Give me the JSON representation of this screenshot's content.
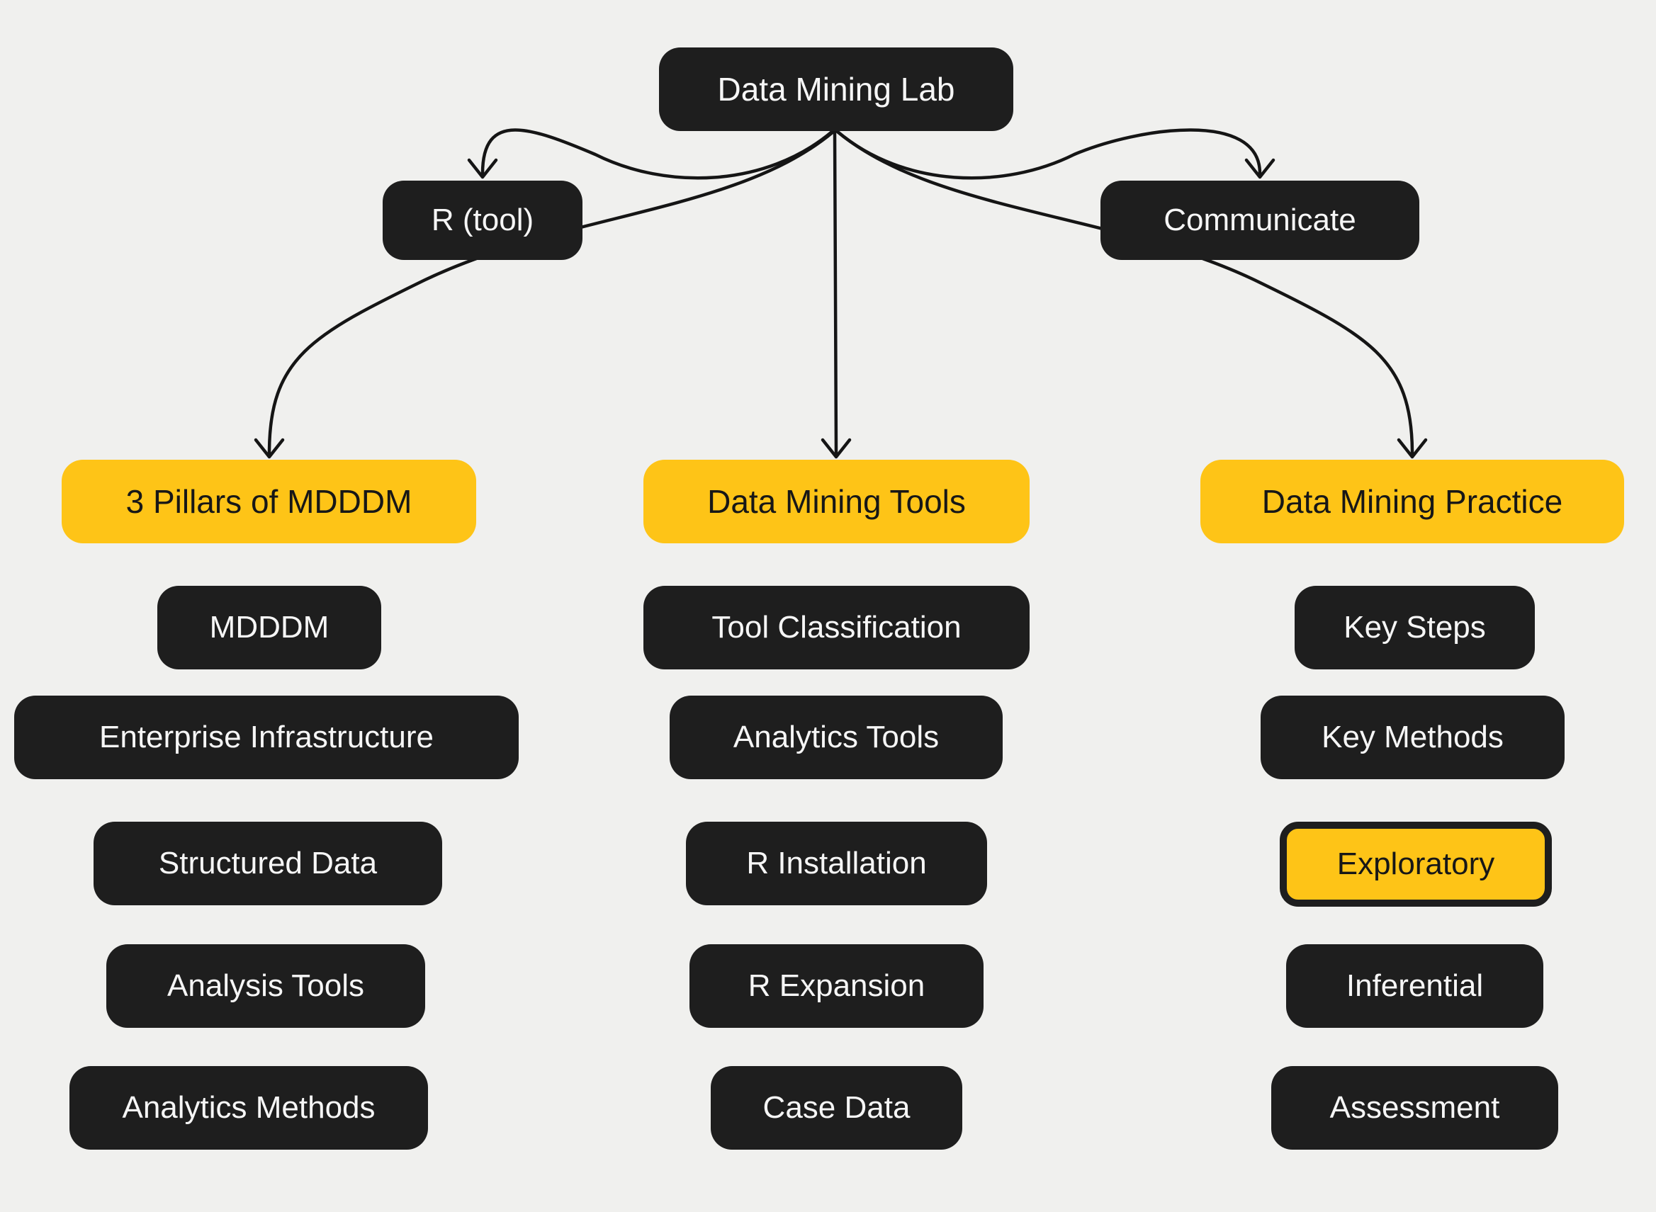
{
  "diagram": {
    "background_color": "#f0f0ee",
    "node_dark_color": "#1e1e1e",
    "node_yellow_color": "#fec417",
    "arrow_color": "#151515",
    "root": {
      "label": "Data Mining Lab"
    },
    "side_nodes": [
      {
        "label": "R (tool)"
      },
      {
        "label": "Communicate"
      }
    ],
    "branches": [
      {
        "label": "3 Pillars of MDDDM",
        "children": [
          "MDDDM",
          "Enterprise Infrastructure",
          "Structured Data",
          "Analysis Tools",
          "Analytics Methods"
        ]
      },
      {
        "label": "Data Mining Tools",
        "children": [
          "Tool Classification",
          "Analytics Tools",
          "R Installation",
          "R Expansion",
          "Case Data"
        ]
      },
      {
        "label": "Data Mining Practice",
        "children": [
          "Key Steps",
          "Key Methods",
          "Exploratory",
          "Inferential",
          "Assessment"
        ],
        "highlighted_child": "Exploratory"
      }
    ]
  }
}
